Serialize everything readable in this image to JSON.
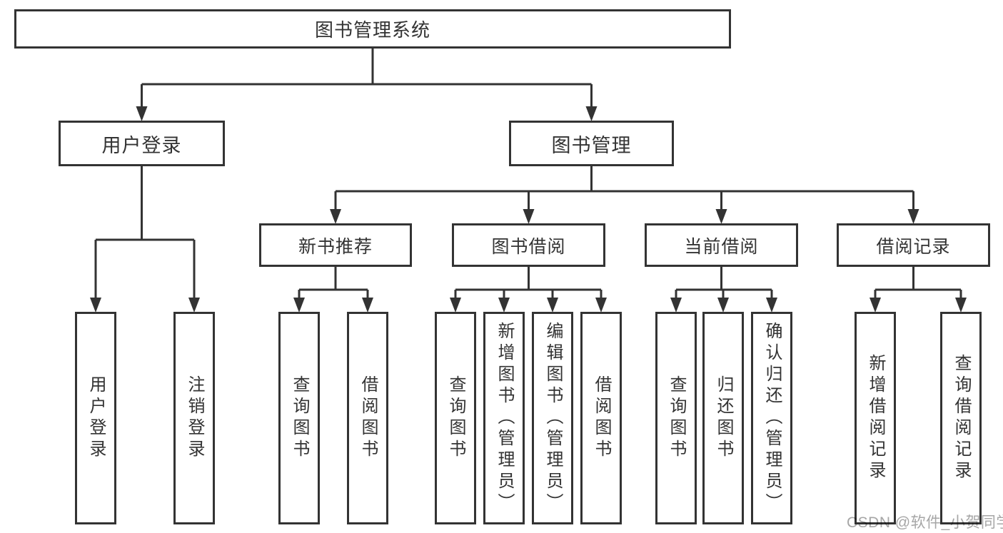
{
  "diagram": {
    "tree": {
      "label": "图书管理系统",
      "children": [
        {
          "label": "用户登录",
          "children": [
            {
              "label": "用户登录"
            },
            {
              "label": "注销登录"
            }
          ]
        },
        {
          "label": "图书管理",
          "children": [
            {
              "label": "新书推荐",
              "children": [
                {
                  "label": "查询图书"
                },
                {
                  "label": "借阅图书"
                }
              ]
            },
            {
              "label": "图书借阅",
              "children": [
                {
                  "label": "查询图书"
                },
                {
                  "label": "新增图书（管理员）"
                },
                {
                  "label": "编辑图书（管理员）"
                },
                {
                  "label": "借阅图书"
                }
              ]
            },
            {
              "label": "当前借阅",
              "children": [
                {
                  "label": "查询图书"
                },
                {
                  "label": "归还图书"
                },
                {
                  "label": "确认归还（管理员）"
                }
              ]
            },
            {
              "label": "借阅记录",
              "children": [
                {
                  "label": "新增借阅记录"
                },
                {
                  "label": "查询借阅记录"
                }
              ]
            }
          ]
        }
      ]
    },
    "watermark": "CSDN @软件_小贺同学",
    "colors": {
      "line": "#333333",
      "text": "#333333",
      "watermark": "#a6a6a6",
      "background": "#ffffff"
    }
  }
}
